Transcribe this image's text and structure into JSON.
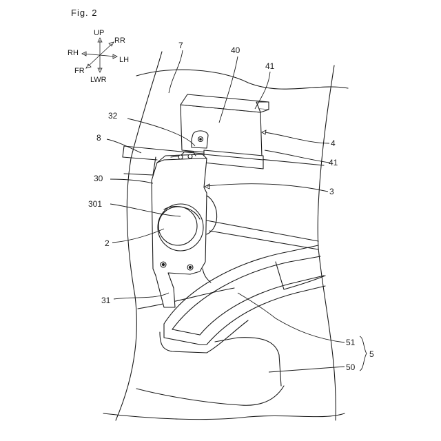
{
  "figure_title": "Fig. 2",
  "directions": {
    "up": "UP",
    "rr": "RR",
    "rh": "RH",
    "lh": "LH",
    "fr": "FR",
    "lwr": "LWR"
  },
  "labels": {
    "l7": "7",
    "l40": "40",
    "l41_top": "41",
    "l32": "32",
    "l8": "8",
    "l4": "4",
    "l41_right": "41",
    "l30": "30",
    "l3": "3",
    "l301": "301",
    "l2": "2",
    "l31": "31",
    "l51": "51",
    "l5": "5",
    "l50": "50"
  }
}
